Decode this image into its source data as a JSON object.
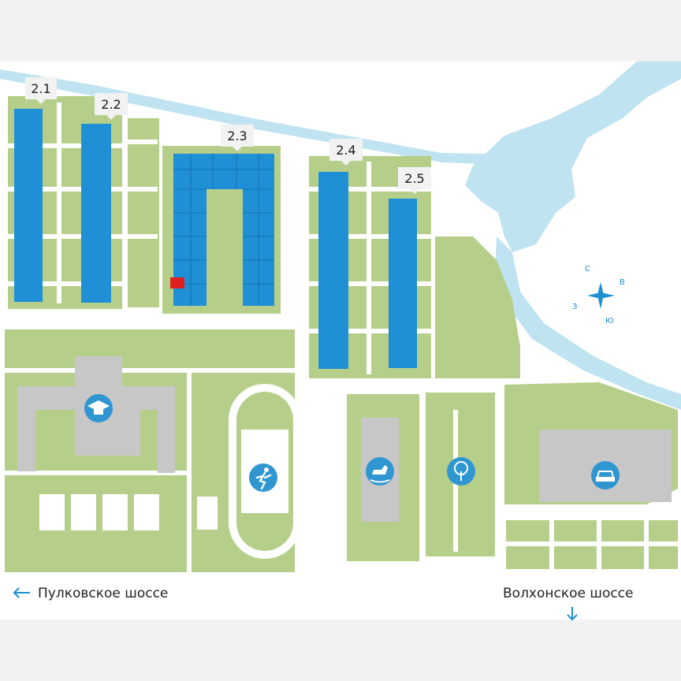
{
  "buildings": [
    {
      "id": "2.1",
      "label": "2.1"
    },
    {
      "id": "2.2",
      "label": "2.2"
    },
    {
      "id": "2.3",
      "label": "2.3"
    },
    {
      "id": "2.4",
      "label": "2.4"
    },
    {
      "id": "2.5",
      "label": "2.5"
    }
  ],
  "roads": {
    "left": "Пулковское шоссе",
    "right": "Волхонское шоссе"
  },
  "compass": {
    "n": "С",
    "e": "В",
    "s": "Ю",
    "w": "З"
  },
  "facilities": [
    {
      "name": "school",
      "icon": "graduation-cap-icon"
    },
    {
      "name": "stadium",
      "icon": "runner-icon"
    },
    {
      "name": "kindergarten",
      "icon": "rocking-horse-icon"
    },
    {
      "name": "park",
      "icon": "tree-icon"
    },
    {
      "name": "parking",
      "icon": "car-icon"
    }
  ],
  "colors": {
    "green": "#b5cf8a",
    "building": "#1f8fd6",
    "water": "#bfe3f1",
    "facility": "#c7c7c7",
    "icon_bg": "#2f96d2",
    "selected": "#e02020"
  }
}
